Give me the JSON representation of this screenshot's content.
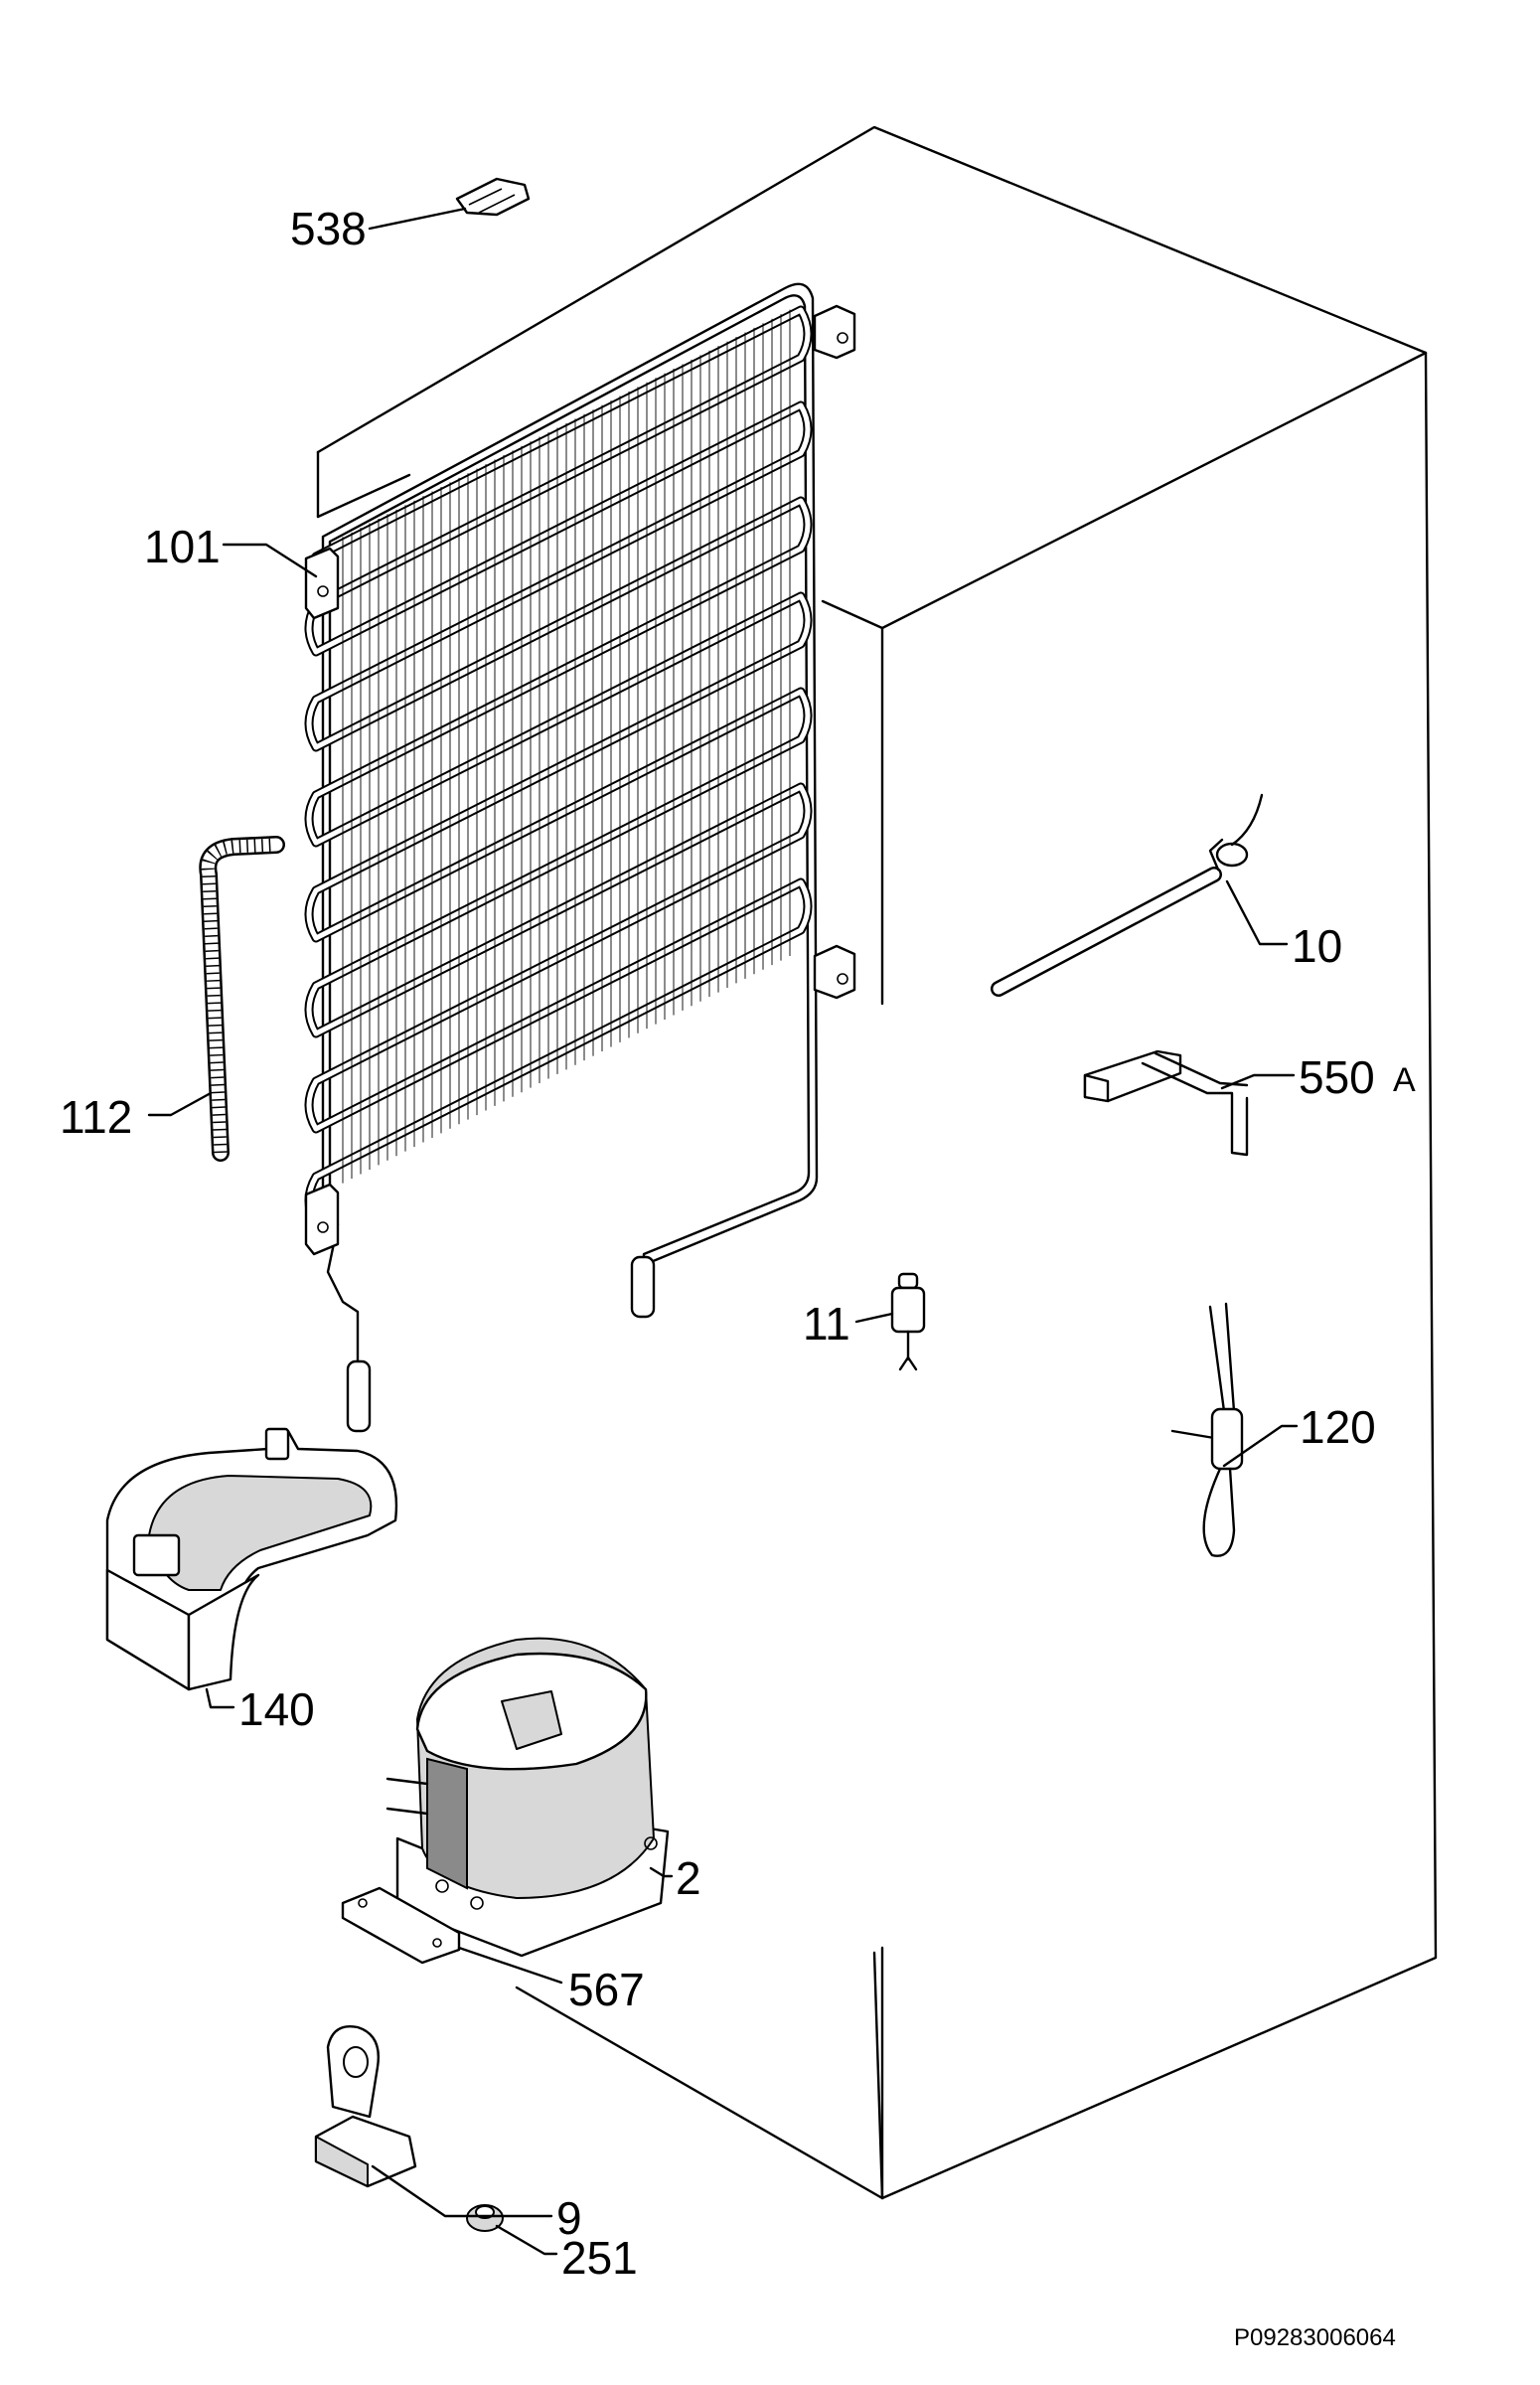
{
  "labels": {
    "p538": "538",
    "p101": "101",
    "p112": "112",
    "p10": "10",
    "p550": "550",
    "p550_suffix": "A",
    "p11": "11",
    "p120": "120",
    "p140": "140",
    "p2": "2",
    "p567": "567",
    "p9": "9",
    "p251": "251"
  },
  "drawing_code": "P09283006064"
}
